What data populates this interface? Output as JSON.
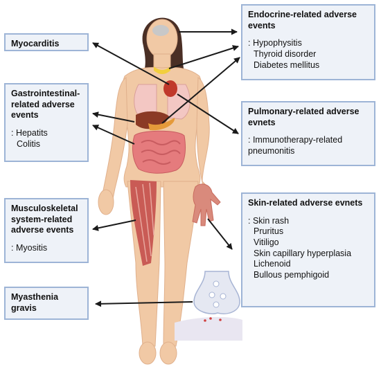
{
  "boxes": {
    "myocarditis": {
      "title": "Myocarditis"
    },
    "gi": {
      "title": "Gastrointestinal-related adverse events",
      "items": [
        "Hepatits",
        "Colitis"
      ]
    },
    "musculo": {
      "title": "Musculoskeletal system-related adverse events",
      "items": [
        "Myositis"
      ]
    },
    "myasthenia": {
      "title": "Myasthenia gravis"
    },
    "endocrine": {
      "title": "Endocrine-related adverse events",
      "items": [
        "Hypophysitis",
        "Thyroid disorder",
        "Diabetes mellitus"
      ]
    },
    "pulmonary": {
      "title": "Pulmonary-related adverse evnets",
      "items": [
        "Immunotherapy-related pneumonitis"
      ]
    },
    "skin": {
      "title": "Skin-related adverse evnets",
      "items": [
        "Skin rash",
        "Pruritus",
        "Vitiligo",
        "Skin capillary hyperplasia",
        "Lichenoid",
        "Bullous pemphigoid"
      ]
    }
  },
  "colors": {
    "box_fill": "#eef2f8",
    "box_border": "#9db4d6",
    "skin": "#f1c9a5",
    "arrow": "#1a1a1a"
  }
}
